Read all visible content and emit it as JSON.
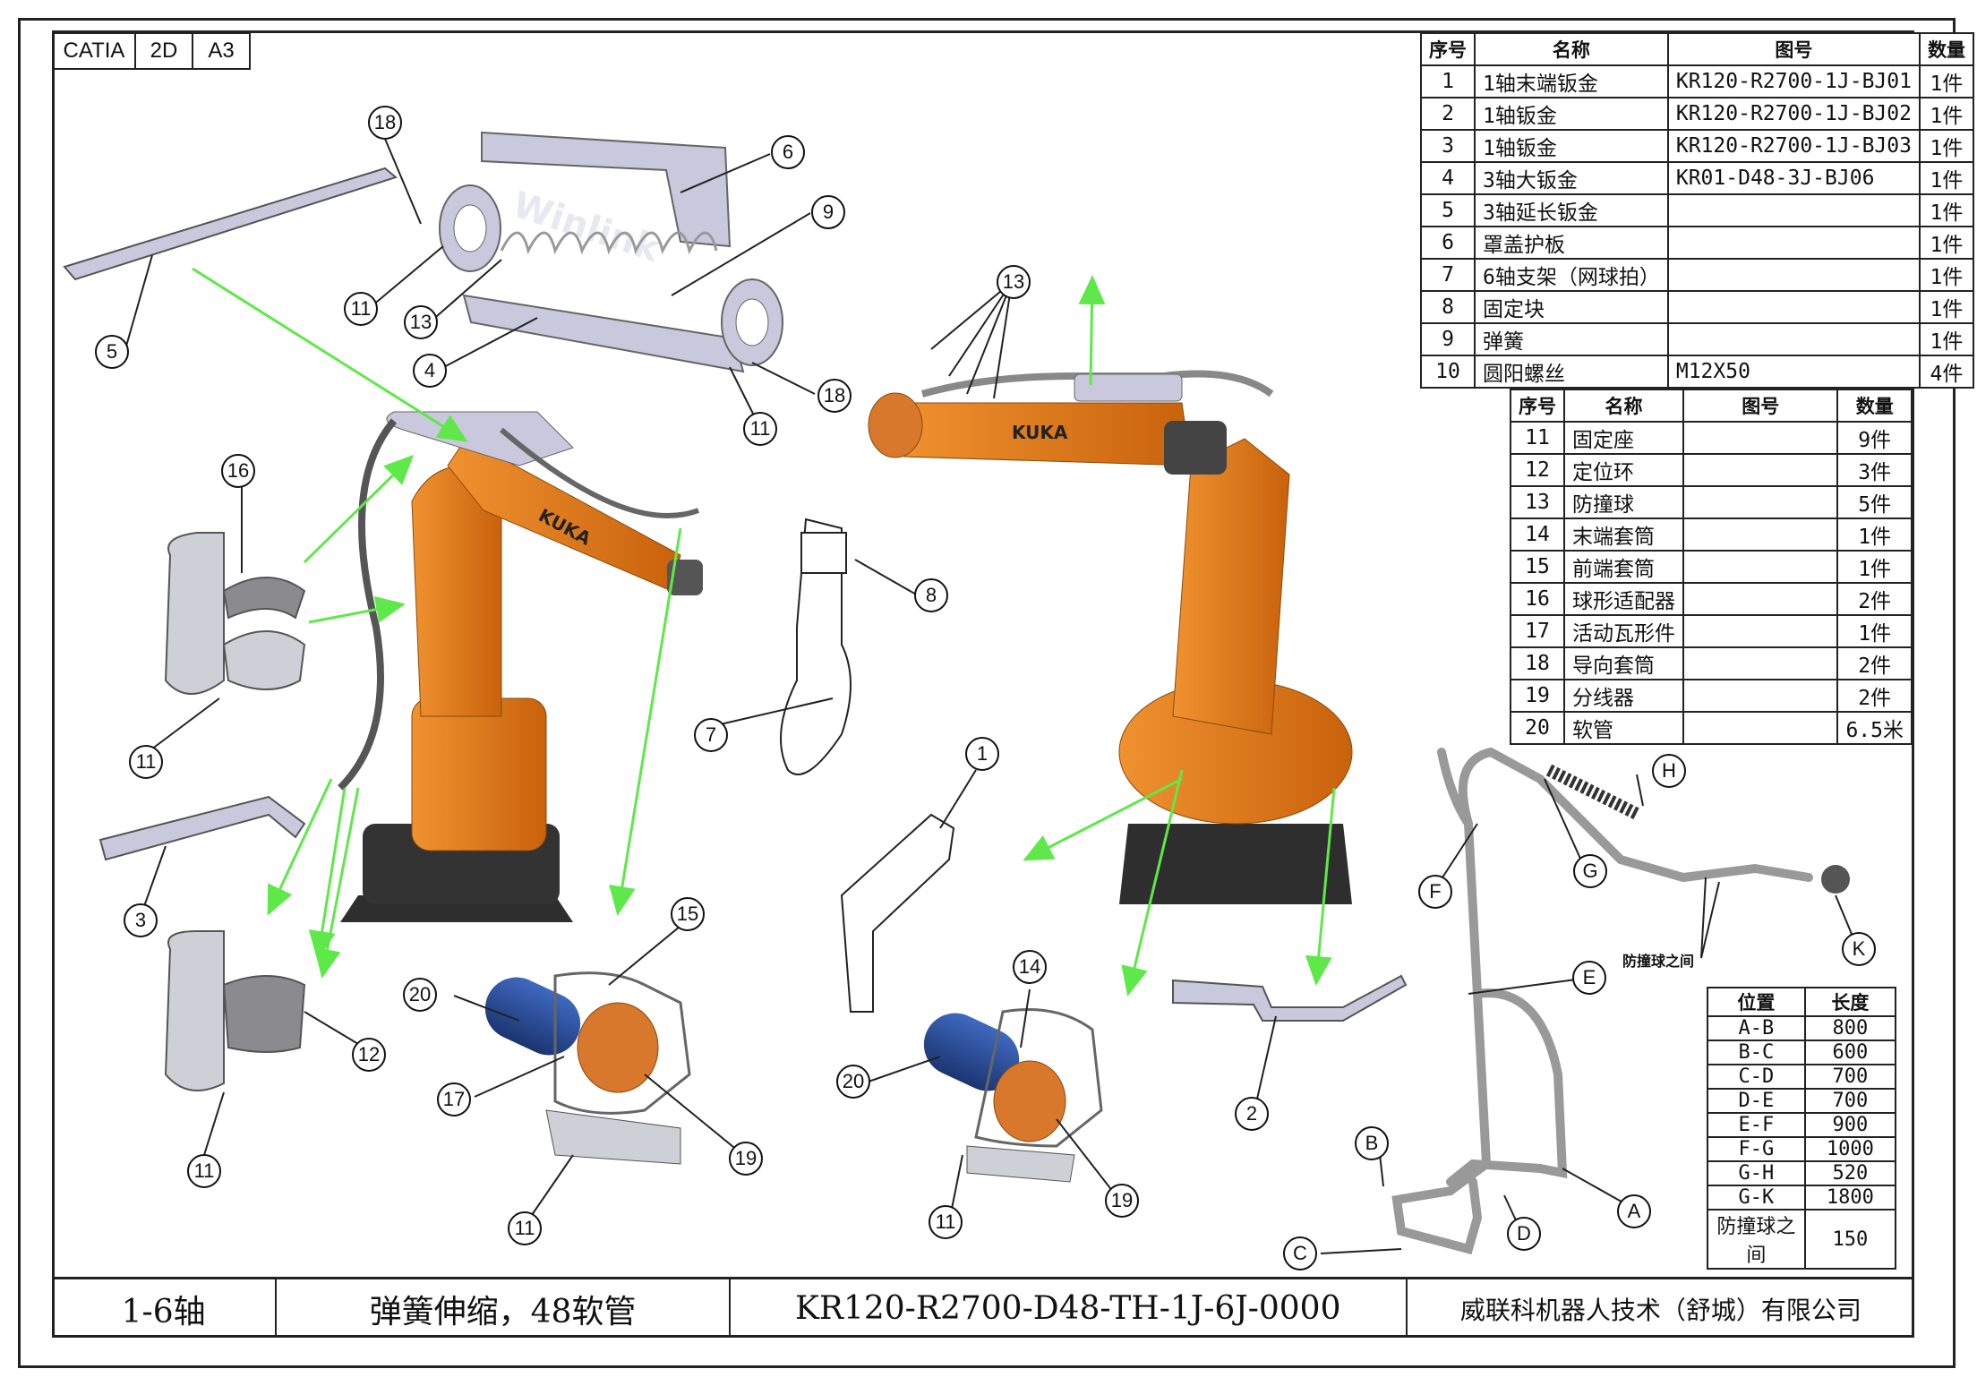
{
  "tags": [
    "CATIA",
    "2D",
    "A3"
  ],
  "bom_upper": {
    "headers": [
      "序号",
      "名称",
      "图号",
      "数量"
    ],
    "rows": [
      [
        "1",
        "1轴末端钣金",
        "KR120-R2700-1J-BJ01",
        "1件"
      ],
      [
        "2",
        "1轴钣金",
        "KR120-R2700-1J-BJ02",
        "1件"
      ],
      [
        "3",
        "1轴钣金",
        "KR120-R2700-1J-BJ03",
        "1件"
      ],
      [
        "4",
        "3轴大钣金",
        "KR01-D48-3J-BJ06",
        "1件"
      ],
      [
        "5",
        "3轴延长钣金",
        "",
        "1件"
      ],
      [
        "6",
        "罩盖护板",
        "",
        "1件"
      ],
      [
        "7",
        "6轴支架（网球拍）",
        "",
        "1件"
      ],
      [
        "8",
        "固定块",
        "",
        "1件"
      ],
      [
        "9",
        "弹簧",
        "",
        "1件"
      ],
      [
        "10",
        "圆阳螺丝",
        "M12X50",
        "4件"
      ]
    ]
  },
  "bom_lower": {
    "headers": [
      "序号",
      "名称",
      "图号",
      "数量"
    ],
    "rows": [
      [
        "11",
        "固定座",
        "",
        "9件"
      ],
      [
        "12",
        "定位环",
        "",
        "3件"
      ],
      [
        "13",
        "防撞球",
        "",
        "5件"
      ],
      [
        "14",
        "末端套筒",
        "",
        "1件"
      ],
      [
        "15",
        "前端套筒",
        "",
        "1件"
      ],
      [
        "16",
        "球形适配器",
        "",
        "2件"
      ],
      [
        "17",
        "活动瓦形件",
        "",
        "1件"
      ],
      [
        "18",
        "导向套筒",
        "",
        "2件"
      ],
      [
        "19",
        "分线器",
        "",
        "2件"
      ],
      [
        "20",
        "软管",
        "",
        "6.5米"
      ]
    ]
  },
  "length_table": {
    "headers": [
      "位置",
      "长度"
    ],
    "rows": [
      [
        "A-B",
        "800"
      ],
      [
        "B-C",
        "600"
      ],
      [
        "C-D",
        "700"
      ],
      [
        "D-E",
        "700"
      ],
      [
        "E-F",
        "900"
      ],
      [
        "F-G",
        "1000"
      ],
      [
        "G-H",
        "520"
      ],
      [
        "G-K",
        "1800"
      ],
      [
        "防撞球之间",
        "150"
      ]
    ]
  },
  "note_label": "防撞球之间",
  "title_block": [
    "1-6轴",
    "弹簧伸缩，48软管",
    "KR120-R2700-D48-TH-1J-6J-0000",
    "威联科机器人技术（舒城）有限公司"
  ],
  "watermark": "Winlink",
  "robot_logo": "KUKA",
  "part_numbers": [
    "18",
    "6",
    "9",
    "11",
    "13",
    "4",
    "5",
    "18",
    "11",
    "16",
    "11",
    "8",
    "7",
    "3",
    "12",
    "11",
    "15",
    "20",
    "17",
    "11",
    "19",
    "1",
    "14",
    "20",
    "11",
    "19",
    "13",
    "2"
  ],
  "route_letters": [
    "H",
    "G",
    "F",
    "K",
    "E",
    "B",
    "A",
    "D",
    "C"
  ],
  "colors": {
    "robot": "#e57b14",
    "robot_dark": "#b25a08",
    "base": "#2e2e2e",
    "sheet": "#c9c8dc",
    "arrow": "#5fe84a",
    "hose": "#23458c",
    "copper": "#d8782c"
  }
}
